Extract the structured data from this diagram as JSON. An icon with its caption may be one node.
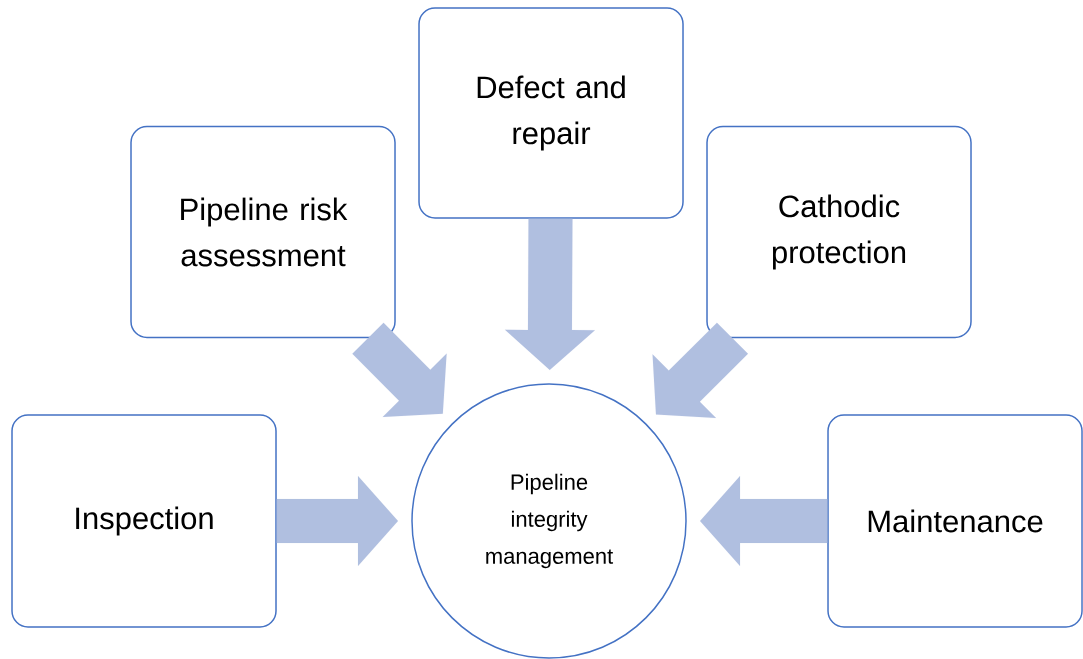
{
  "diagram": {
    "nodes": [
      {
        "text": [
          "Inspection"
        ]
      },
      {
        "text": [
          "Pipeline risk assessment"
        ]
      },
      {
        "text": [
          "Defect and repair"
        ]
      },
      {
        "text": [
          "Cathodic protection"
        ]
      },
      {
        "text": [
          "Maintenance"
        ]
      },
      {
        "text": [
          "Pipeline integrity management"
        ]
      }
    ],
    "edges": [
      {
        "from": 0,
        "to": 5,
        "arrow": "to"
      },
      {
        "from": 1,
        "to": 5,
        "arrow": "to"
      },
      {
        "from": 2,
        "to": 5,
        "arrow": "to"
      },
      {
        "from": 3,
        "to": 5,
        "arrow": "to"
      },
      {
        "from": 4,
        "to": 5,
        "arrow": "to"
      }
    ]
  }
}
